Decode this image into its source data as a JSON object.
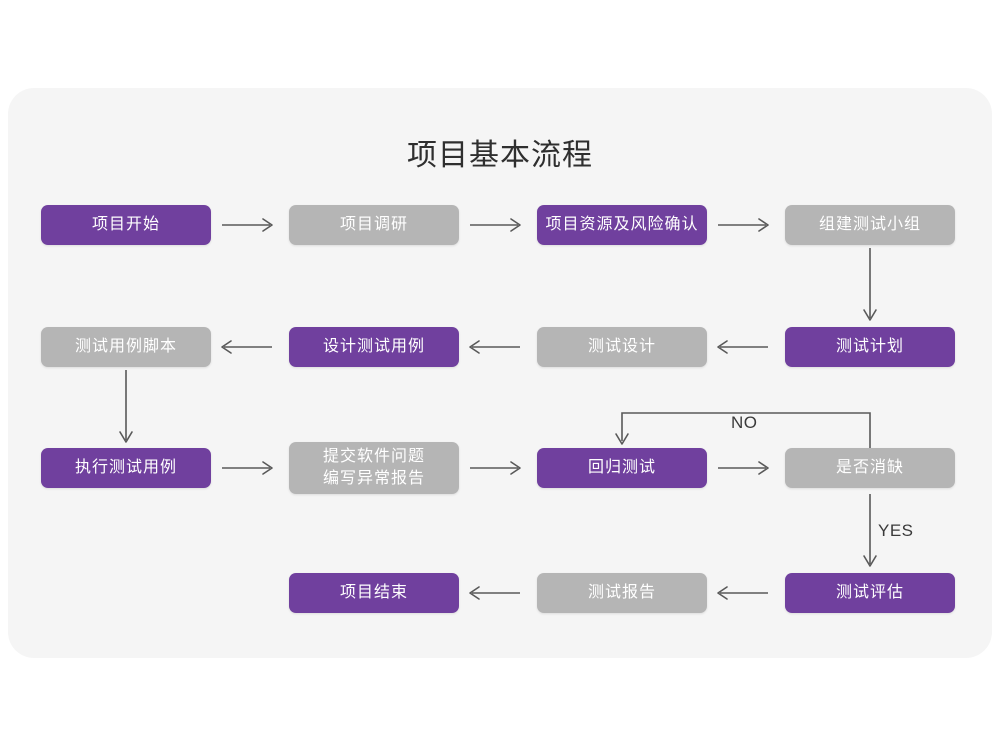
{
  "diagram": {
    "title": "项目基本流程",
    "panel_bg": "#f5f5f5",
    "page_bg": "#ffffff",
    "colors": {
      "active": "#70409e",
      "inactive": "#b5b5b5",
      "connector": "#595959",
      "title_text": "#2f2f2f"
    },
    "nodes": [
      {
        "id": "n1",
        "label": "项目开始",
        "state": "purple",
        "row": 1,
        "col": 1
      },
      {
        "id": "n2",
        "label": "项目调研",
        "state": "gray",
        "row": 1,
        "col": 2
      },
      {
        "id": "n3",
        "label": "项目资源及风险确认",
        "state": "purple",
        "row": 1,
        "col": 3
      },
      {
        "id": "n4",
        "label": "组建测试小组",
        "state": "gray",
        "row": 1,
        "col": 4
      },
      {
        "id": "n5",
        "label": "测试用例脚本",
        "state": "gray",
        "row": 2,
        "col": 1
      },
      {
        "id": "n6",
        "label": "设计测试用例",
        "state": "purple",
        "row": 2,
        "col": 2
      },
      {
        "id": "n7",
        "label": "测试设计",
        "state": "gray",
        "row": 2,
        "col": 3
      },
      {
        "id": "n8",
        "label": "测试计划",
        "state": "purple",
        "row": 2,
        "col": 4
      },
      {
        "id": "n9",
        "label": "执行测试用例",
        "state": "purple",
        "row": 3,
        "col": 1
      },
      {
        "id": "n10",
        "label": "提交软件问题\n编写异常报告",
        "state": "gray",
        "row": 3,
        "col": 2
      },
      {
        "id": "n11",
        "label": "回归测试",
        "state": "purple",
        "row": 3,
        "col": 3
      },
      {
        "id": "n12",
        "label": "是否消缺",
        "state": "gray",
        "row": 3,
        "col": 4
      },
      {
        "id": "n13",
        "label": "项目结束",
        "state": "purple",
        "row": 4,
        "col": 2
      },
      {
        "id": "n14",
        "label": "测试报告",
        "state": "gray",
        "row": 4,
        "col": 3
      },
      {
        "id": "n15",
        "label": "测试评估",
        "state": "purple",
        "row": 4,
        "col": 4
      }
    ],
    "edges": [
      {
        "from": "n1",
        "to": "n2",
        "dir": "right",
        "label": ""
      },
      {
        "from": "n2",
        "to": "n3",
        "dir": "right",
        "label": ""
      },
      {
        "from": "n3",
        "to": "n4",
        "dir": "right",
        "label": ""
      },
      {
        "from": "n4",
        "to": "n8",
        "dir": "down",
        "label": ""
      },
      {
        "from": "n8",
        "to": "n7",
        "dir": "left",
        "label": ""
      },
      {
        "from": "n7",
        "to": "n6",
        "dir": "left",
        "label": ""
      },
      {
        "from": "n6",
        "to": "n5",
        "dir": "left",
        "label": ""
      },
      {
        "from": "n5",
        "to": "n9",
        "dir": "down",
        "label": ""
      },
      {
        "from": "n9",
        "to": "n10",
        "dir": "right",
        "label": ""
      },
      {
        "from": "n10",
        "to": "n11",
        "dir": "right",
        "label": ""
      },
      {
        "from": "n11",
        "to": "n12",
        "dir": "right",
        "label": ""
      },
      {
        "from": "n12",
        "to": "n11",
        "dir": "loop-up",
        "label": "NO"
      },
      {
        "from": "n12",
        "to": "n15",
        "dir": "down",
        "label": "YES"
      },
      {
        "from": "n15",
        "to": "n14",
        "dir": "left",
        "label": ""
      },
      {
        "from": "n14",
        "to": "n13",
        "dir": "left",
        "label": ""
      }
    ],
    "edge_labels": {
      "no": "NO",
      "yes": "YES"
    }
  }
}
